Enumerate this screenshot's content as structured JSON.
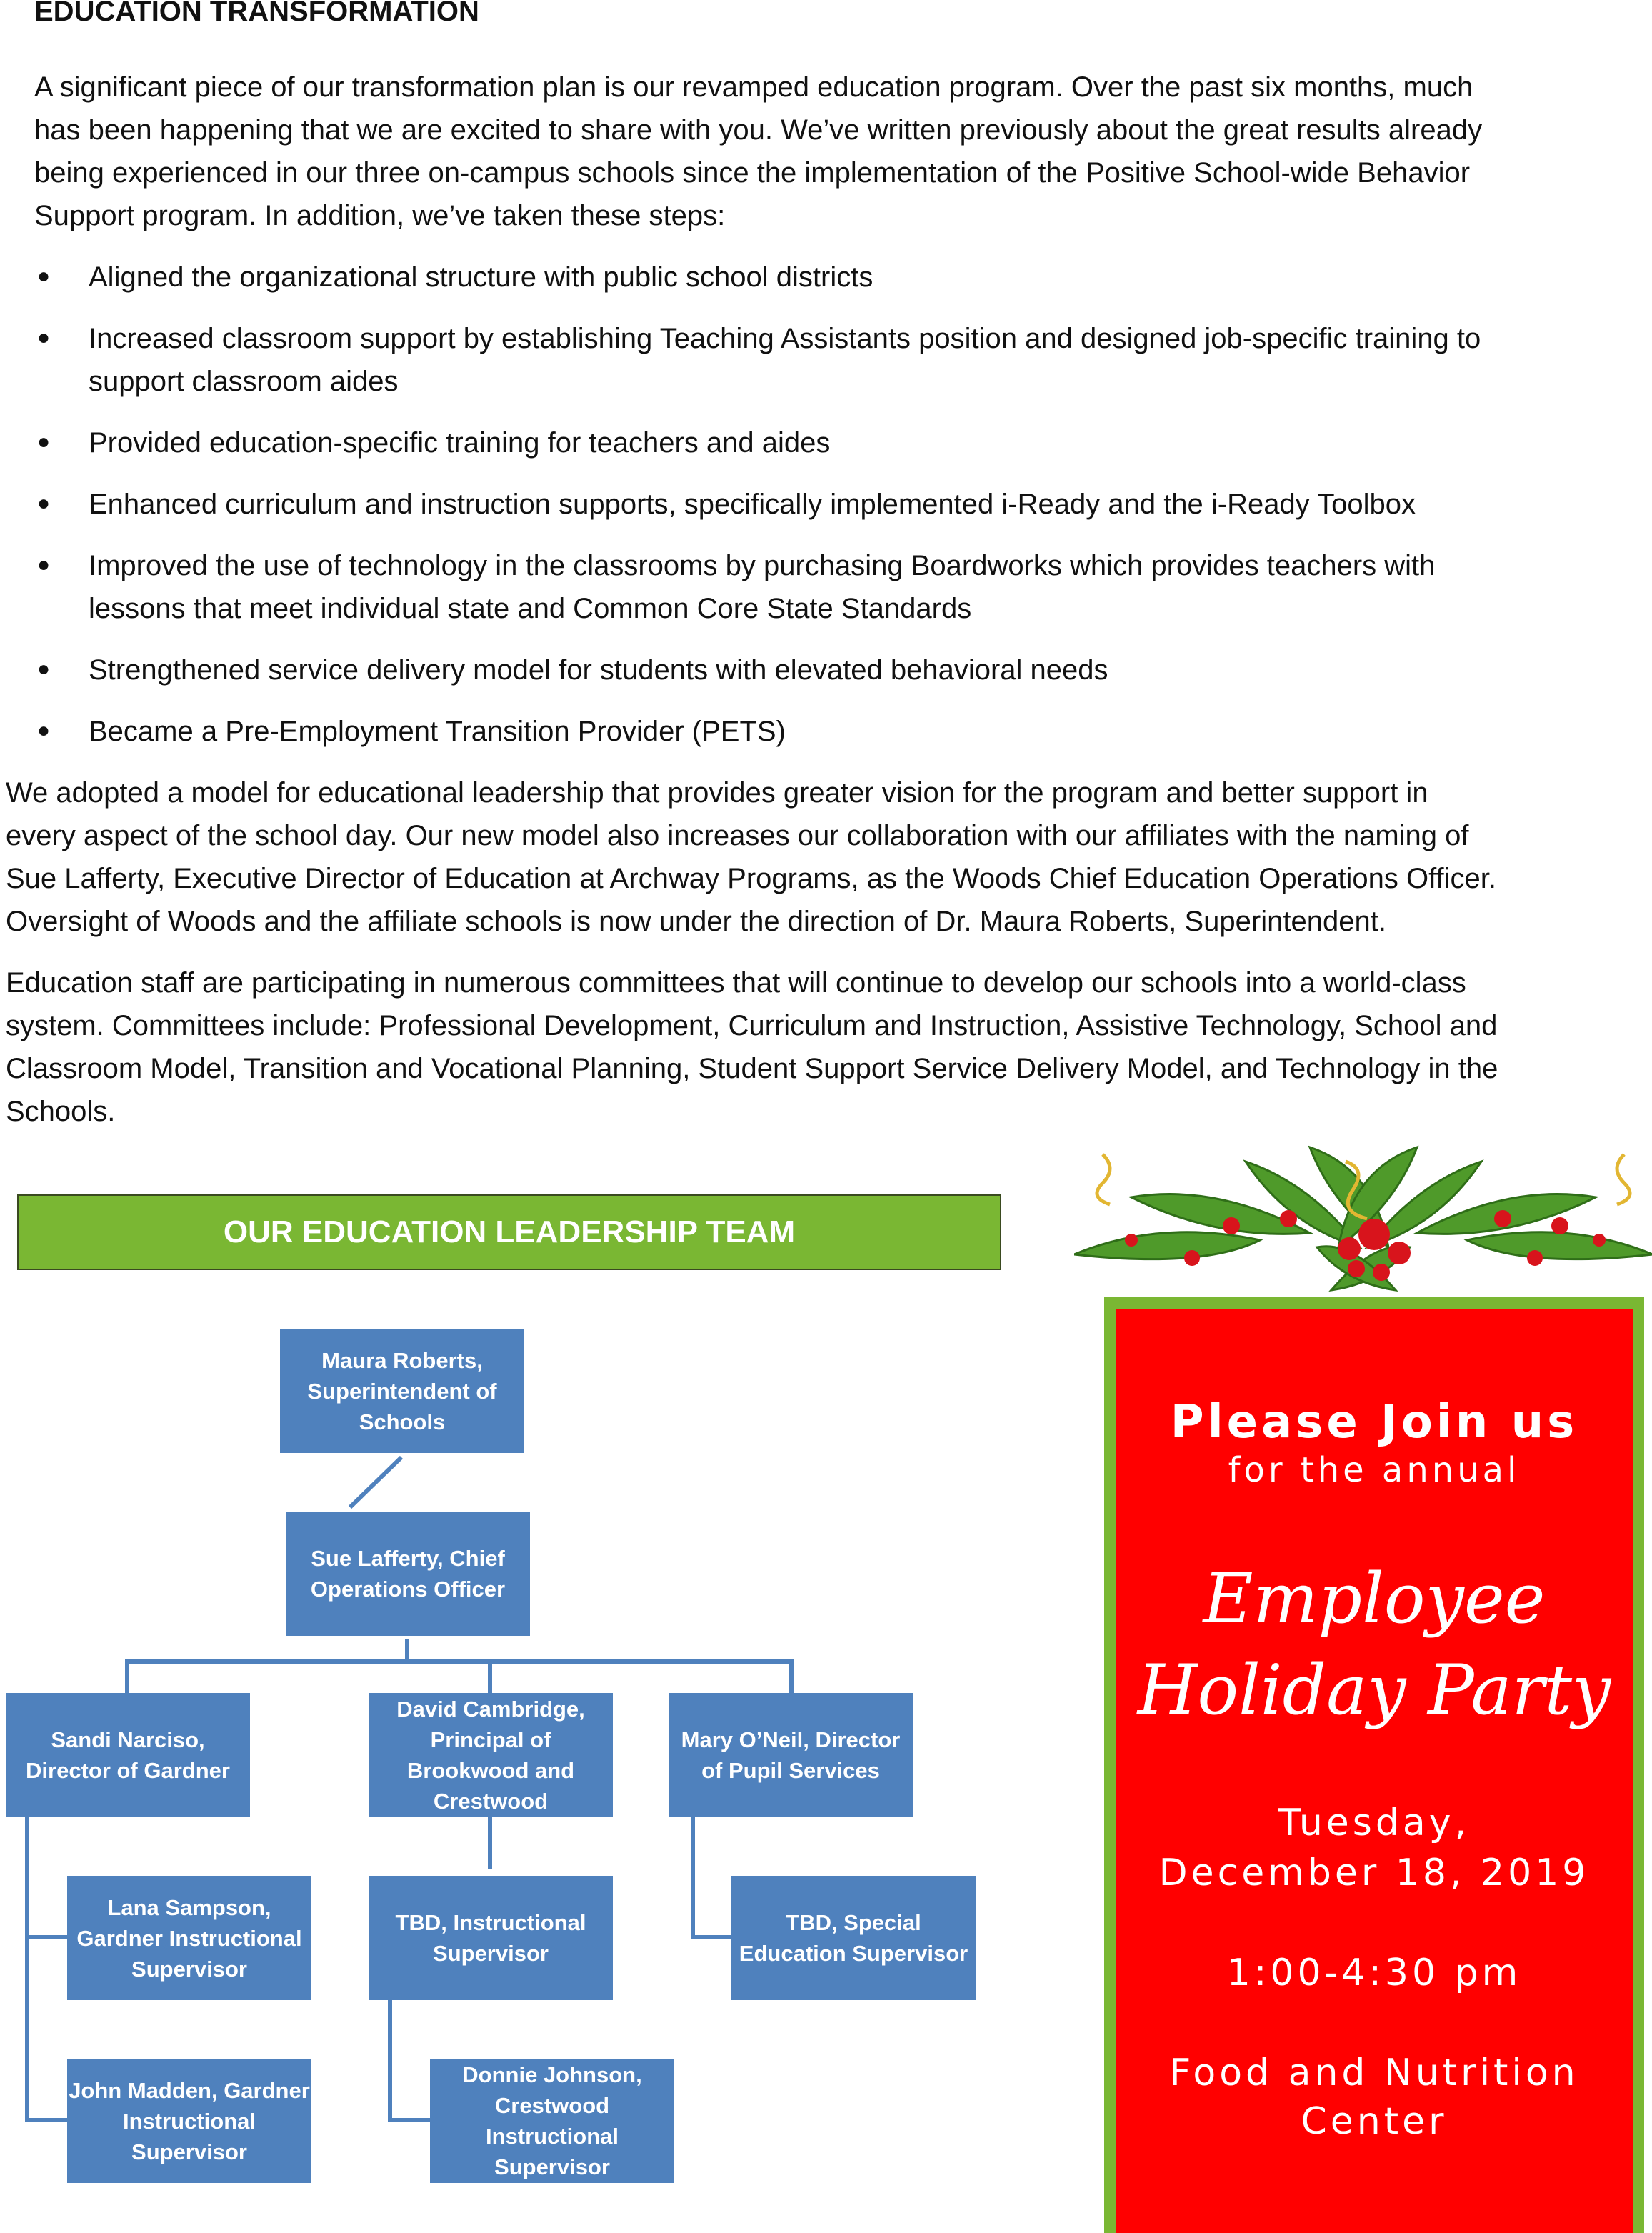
{
  "heading": "EDUCATION TRANSFORMATION",
  "intro_lines": [
    "A significant piece of our transformation plan is our revamped education program.  Over the past six months, much",
    "has been happening that we are excited to share with you.  We’ve written previously about the great results already",
    "being experienced in our three on-campus schools since the implementation of the Positive School-wide Behavior",
    "Support program.    In addition, we’ve taken these steps:"
  ],
  "bullets": [
    [
      "Aligned the organizational structure with public school districts"
    ],
    [
      "Increased classroom support by establishing Teaching Assistants position and designed job-specific training to",
      "support classroom aides"
    ],
    [
      "Provided education-specific training for teachers and aides"
    ],
    [
      "Enhanced curriculum and instruction supports, specifically implemented i-Ready and the i-Ready Toolbox"
    ],
    [
      "Improved the use of technology in the classrooms by purchasing Boardworks which provides teachers with",
      "lessons that meet individual state and Common Core State Standards"
    ],
    [
      "Strengthened service delivery model for students with elevated behavioral needs"
    ],
    [
      "Became a Pre-Employment Transition Provider (PETS)"
    ]
  ],
  "para2_lines": [
    "We adopted a model for educational leadership that provides greater vision for the program and better support  in",
    "every aspect of the school day.  Our new model  also increases our collaboration with our affiliates with the naming of",
    "Sue Lafferty, Executive Director of Education at Archway Programs, as the Woods Chief Education Operations Officer.",
    "Oversight of Woods and the affiliate schools is now under the direction of Dr. Maura Roberts, Superintendent."
  ],
  "para3_lines": [
    "Education staff are participating in numerous committees that will continue to develop our schools into a world-class",
    "system.  Committees include:  Professional Development, Curriculum and Instruction, Assistive Technology, School and",
    "Classroom Model, Transition and Vocational Planning, Student Support Service Delivery Model, and Technology in the",
    "Schools."
  ],
  "org": {
    "banner": "OUR EDUCATION LEADERSHIP TEAM",
    "box_color": "#4F81BD",
    "banner_color": "#7AB733",
    "nodes": {
      "maura": "Maura Roberts, Superintendent of Schools",
      "sue": "Sue Lafferty, Chief Operations Officer",
      "sandi": "Sandi Narciso, Director of Gardner",
      "david": "David Cambridge, Principal of Brookwood and Crestwood",
      "mary": "Mary O’Neil, Director of Pupil Services",
      "lana": "Lana Sampson, Gardner Instructional Supervisor",
      "tbd_instr": "TBD, Instructional Supervisor",
      "tbd_special": "TBD, Special Education Supervisor",
      "john": "John Madden, Gardner Instructional Supervisor",
      "donnie": "Donnie Johnson, Crestwood Instructional Supervisor"
    }
  },
  "invite": {
    "line1": "Please Join us",
    "line2": "for the annual",
    "title1": "Employee",
    "title2": "Holiday Party",
    "day": "Tuesday,",
    "date": "December 18, 2019",
    "time": "1:00-4:30 pm",
    "place1": "Food and Nutrition",
    "place2": "Center",
    "bg_color": "#FF0000",
    "border_color": "#7AB733",
    "decoration": "holly-garland-icon"
  }
}
